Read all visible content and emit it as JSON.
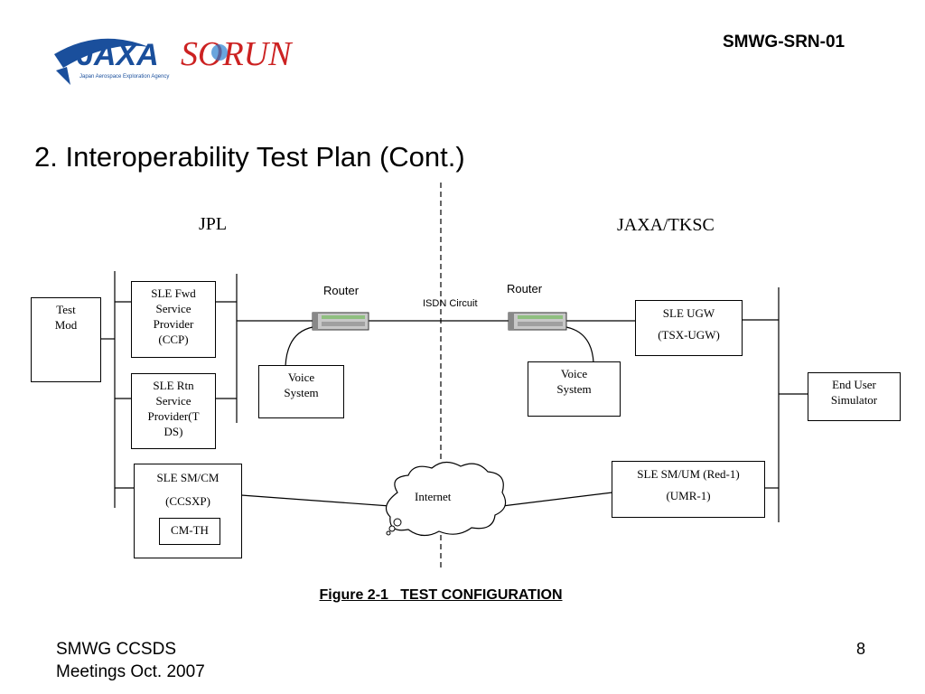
{
  "header": {
    "logo_jaxa": "JAXA",
    "logo_jaxa_sub": "Japan Aerospace Exploration Agency",
    "logo_sorun": "SORUN",
    "doc_id": "SMWG-SRN-01"
  },
  "slide": {
    "title": "2. Interoperability Test Plan (Cont.)"
  },
  "diagram": {
    "left_site": "JPL",
    "right_site": "JAXA/TKSC",
    "router_left": "Router",
    "router_right": "Router",
    "isdn": "ISDN Circuit",
    "test_mod": [
      "Test",
      "Mod"
    ],
    "sle_fwd": [
      "SLE Fwd",
      "Service",
      "Provider",
      "(CCP)"
    ],
    "sle_rtn": [
      "SLE Rtn",
      "Service",
      "Provider(T",
      "DS)"
    ],
    "voice_left": [
      "Voice",
      "System"
    ],
    "sle_sm_cm": [
      "SLE SM/CM",
      "(CCSXP)"
    ],
    "cm_th": "CM-TH",
    "internet": "Internet",
    "voice_right": [
      "Voice",
      "System"
    ],
    "sle_ugw": [
      "SLE UGW",
      "(TSX-UGW)"
    ],
    "sle_sm_um": [
      "SLE SM/UM (Red-1)",
      "(UMR-1)"
    ],
    "end_user": [
      "End User",
      "Simulator"
    ]
  },
  "figure": {
    "caption": "Figure 2-1   TEST CONFIGURATION"
  },
  "footer": {
    "org": "SMWG CCSDS",
    "meeting": "Meetings Oct. 2007",
    "page": "8"
  }
}
